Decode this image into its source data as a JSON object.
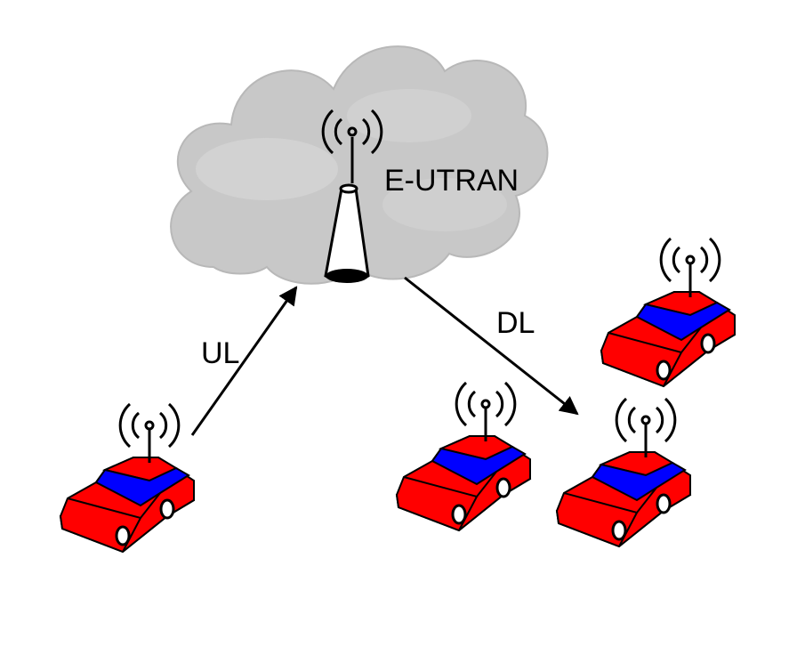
{
  "labels": {
    "network": "E-UTRAN",
    "uplink": "UL",
    "downlink": "DL"
  },
  "colors": {
    "car_body": "#ff0000",
    "car_window": "#0000ff",
    "cloud": "#c8c8c8",
    "line": "#000000"
  },
  "icons": [
    "cloud-icon",
    "base-station-icon",
    "signal-waves-icon",
    "car-icon",
    "antenna-icon"
  ]
}
